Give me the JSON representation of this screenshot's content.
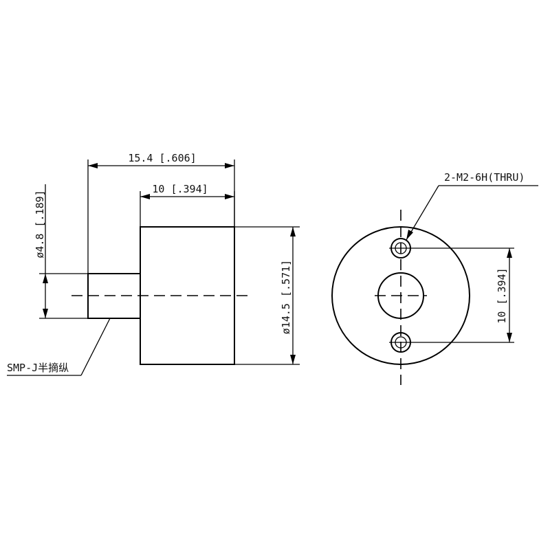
{
  "side_view": {
    "overall_length": "15.4 [.606]",
    "body_length": "10 [.394]",
    "pin_diameter": "ø4.8 [.189]",
    "body_diameter": "ø14.5 [.571]",
    "connector_callout": "SMP-J半摘纵"
  },
  "front_view": {
    "hole_callout": "2-M2-6H(THRU)",
    "hole_spacing": "10 [.394]"
  }
}
